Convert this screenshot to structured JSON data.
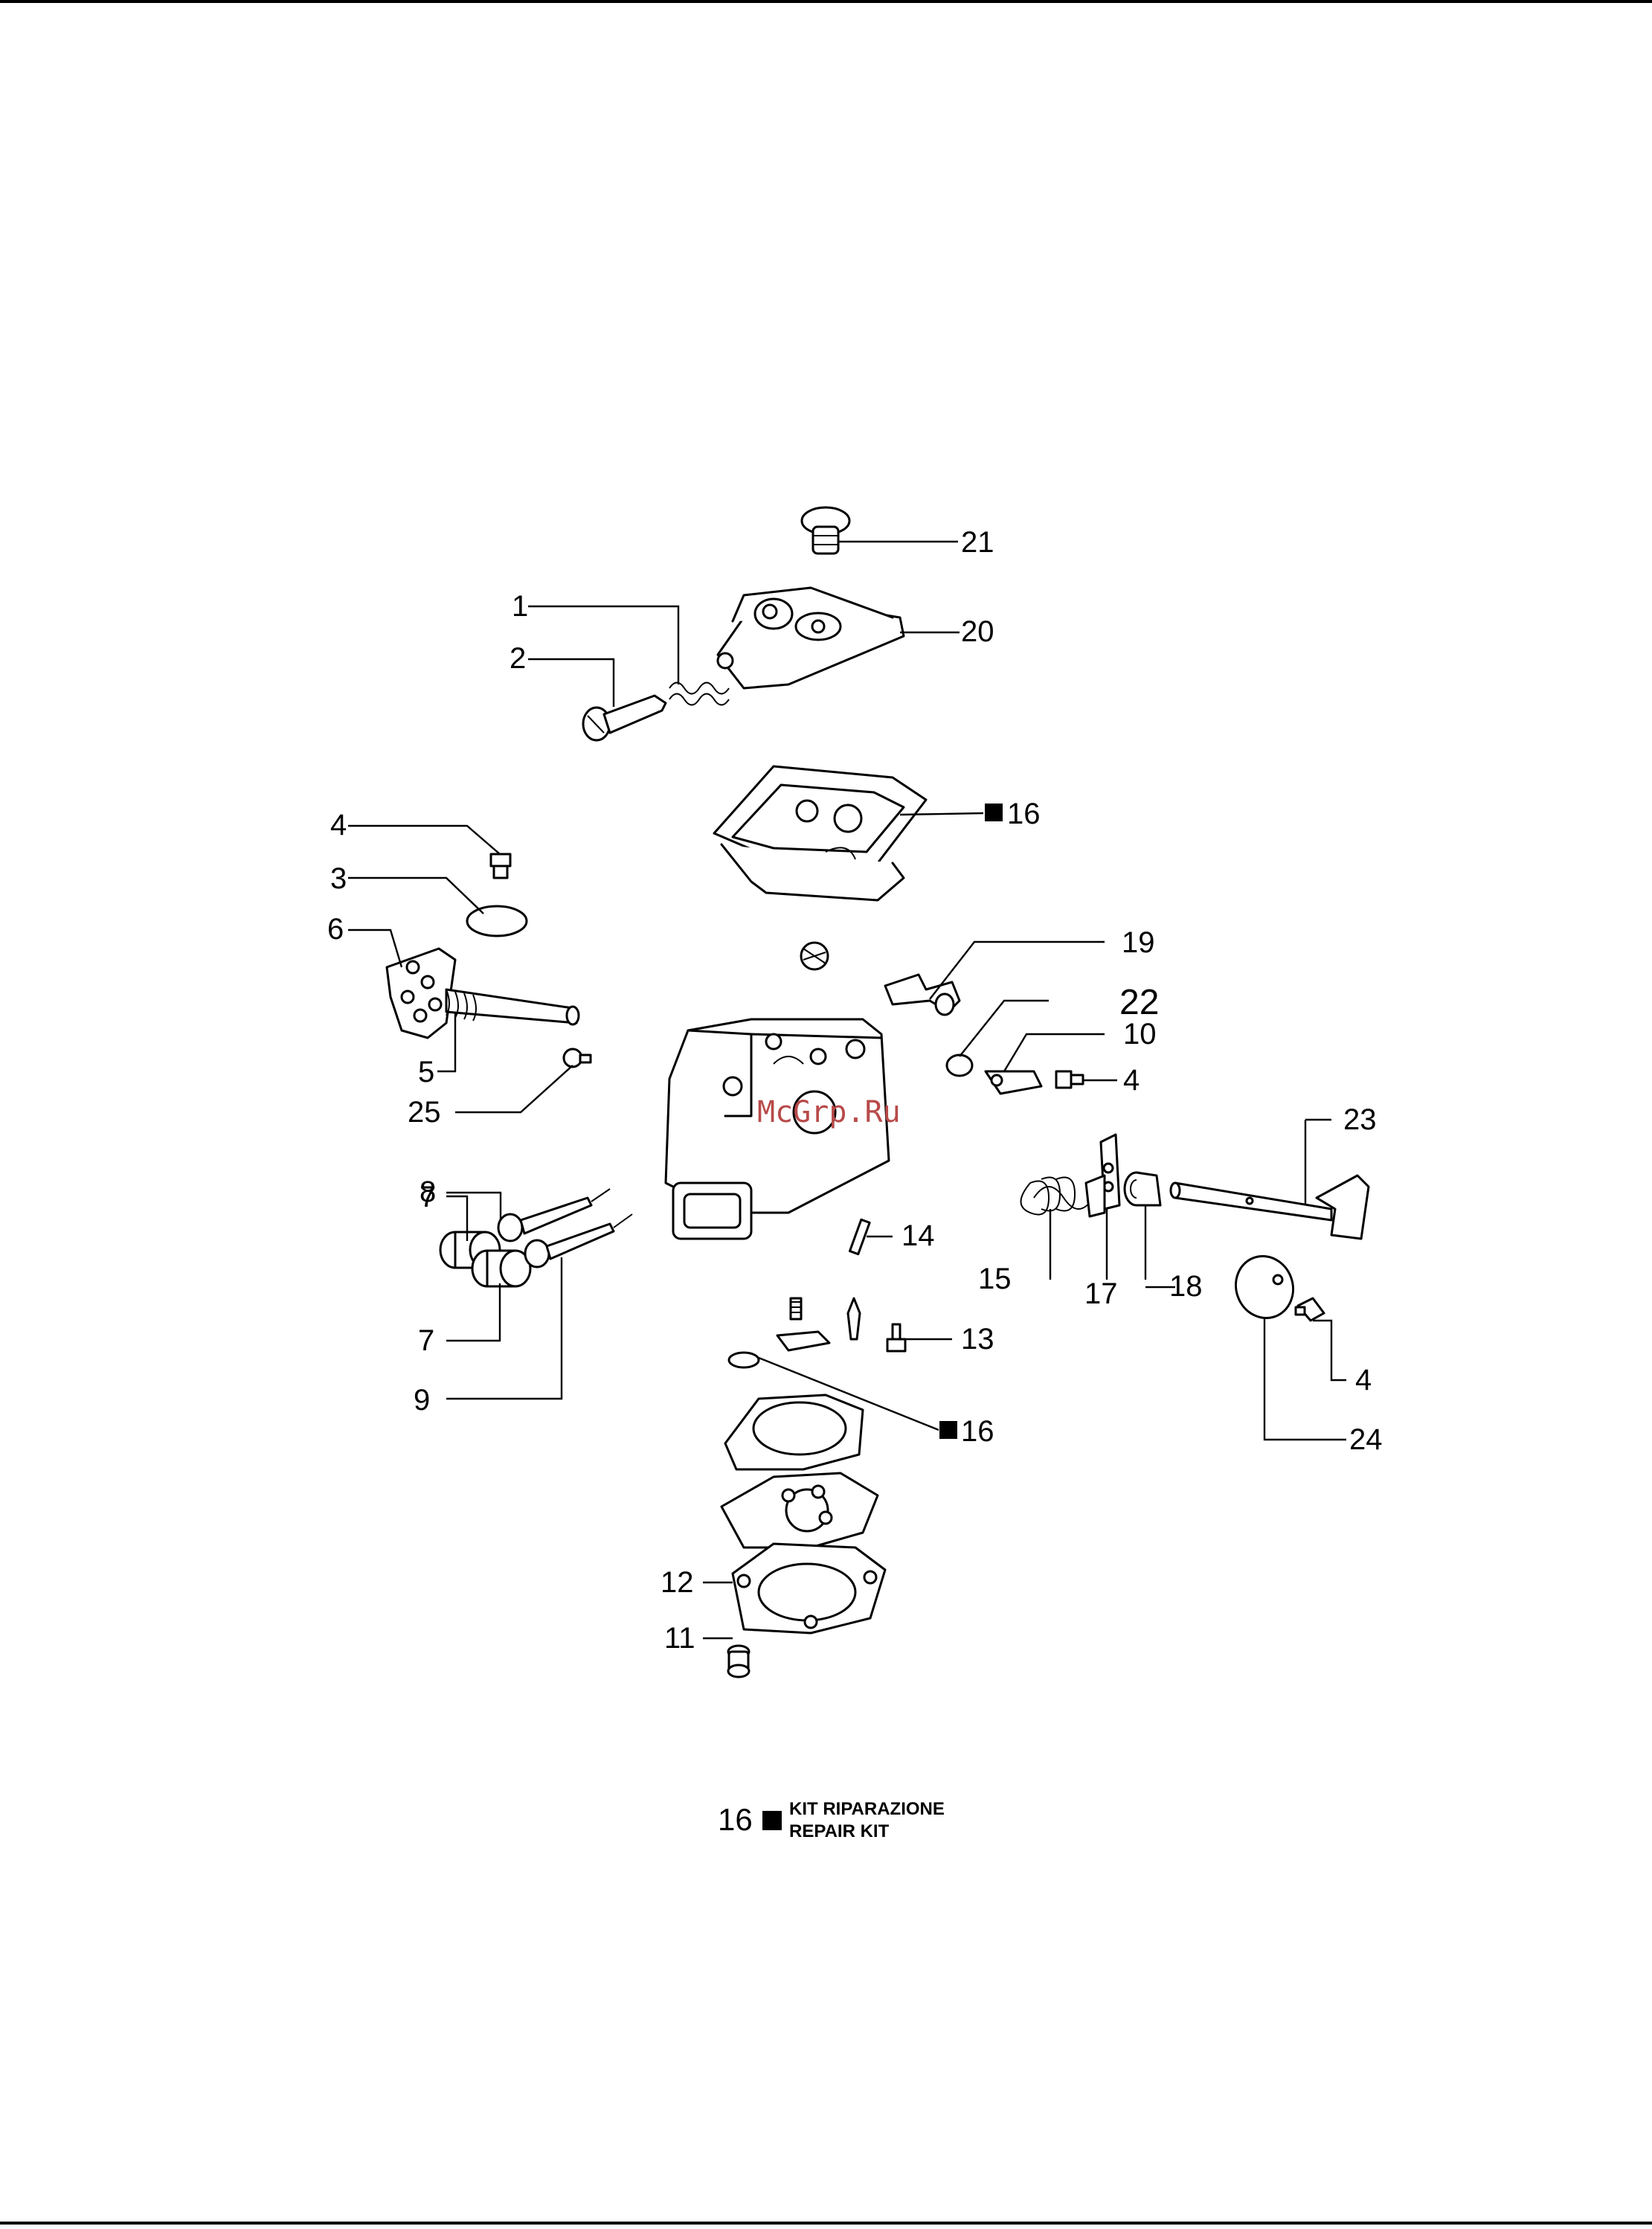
{
  "callouts": {
    "c1": "1",
    "c2": "2",
    "c3": "3",
    "c4a": "4",
    "c5": "5",
    "c6": "6",
    "c7a": "7",
    "c7b": "7",
    "c8": "8",
    "c9": "9",
    "c10": "10",
    "c11": "11",
    "c12": "12",
    "c13": "13",
    "c14": "14",
    "c15": "15",
    "c16a": "16",
    "c16b": "16",
    "c17": "17",
    "c18": "18",
    "c19": "19",
    "c20": "20",
    "c21": "21",
    "c22": "22",
    "c23": "23",
    "c24": "24",
    "c25": "25",
    "c4b": "4",
    "c4c": "4"
  },
  "watermark": "McGrp.Ru",
  "legend": {
    "number": "16",
    "line1": "KIT RIPARAZIONE",
    "line2": "REPAIR KIT"
  }
}
